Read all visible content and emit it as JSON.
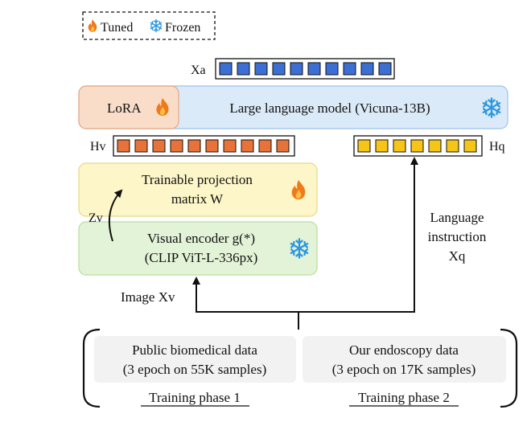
{
  "legend": {
    "tuned_label": "Tuned",
    "frozen_label": "Frozen"
  },
  "tokens": {
    "xa_label": "Xa",
    "hv_label": "Hv",
    "hq_label": "Hq",
    "xa_count": 10,
    "hv_count": 10,
    "hq_count": 7,
    "xa_color": "#3b6fd4",
    "hv_color": "#e8733a",
    "hq_color": "#f5c518"
  },
  "llm": {
    "lora_label": "LoRA",
    "label": "Large language model (Vicuna-13B)"
  },
  "projection": {
    "line1": "Trainable projection",
    "line2": "matrix W"
  },
  "encoder": {
    "line1": "Visual encoder g(*)",
    "line2": "(CLIP ViT-L-336px)",
    "zv_label": "Zv"
  },
  "inputs": {
    "image_label": "Image Xv",
    "language_line1": "Language",
    "language_line2": "instruction",
    "language_line3": "Xq"
  },
  "data": {
    "public_line1": "Public biomedical data",
    "public_line2": "(3 epoch on 55K samples)",
    "ours_line1": "Our endoscopy data",
    "ours_line2": "(3 epoch on 17K samples)",
    "phase1": "Training phase 1",
    "phase2": "Training phase 2"
  },
  "colors": {
    "lora_fill": "#f9ddc8",
    "llm_fill": "#dbeaf8",
    "projection_fill": "#fcf6c8",
    "encoder_fill": "#e3f3d8",
    "data_fill": "#f2f2f2",
    "flame": "#f07a1a",
    "snowflake": "#2e97e0"
  }
}
